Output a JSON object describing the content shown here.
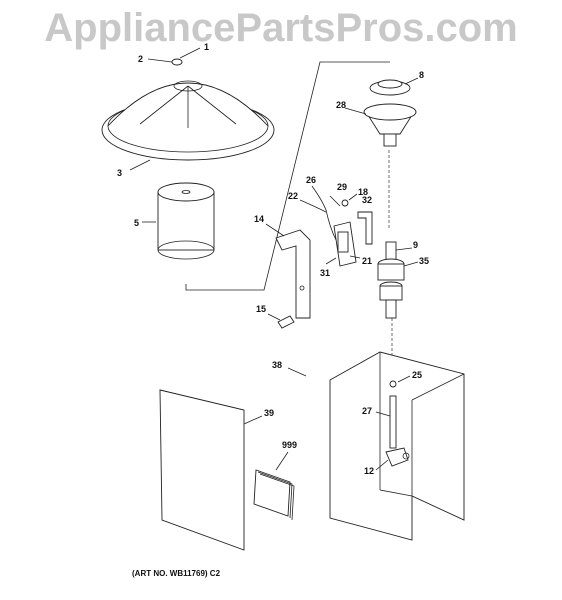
{
  "watermark": "AppliancePartsPros.com",
  "art_number": "(ART NO. WB11769) C2",
  "parts": {
    "p1": "1",
    "p2": "2",
    "p3": "3",
    "p5": "5",
    "p8": "8",
    "p28": "28",
    "p26": "26",
    "p29": "29",
    "p22": "22",
    "p18": "18",
    "p32": "32",
    "p14": "14",
    "p9": "9",
    "p35": "35",
    "p31": "31",
    "p21": "21",
    "p15": "15",
    "p38": "38",
    "p25": "25",
    "p39": "39",
    "p27": "27",
    "p999": "999",
    "p12": "12"
  }
}
